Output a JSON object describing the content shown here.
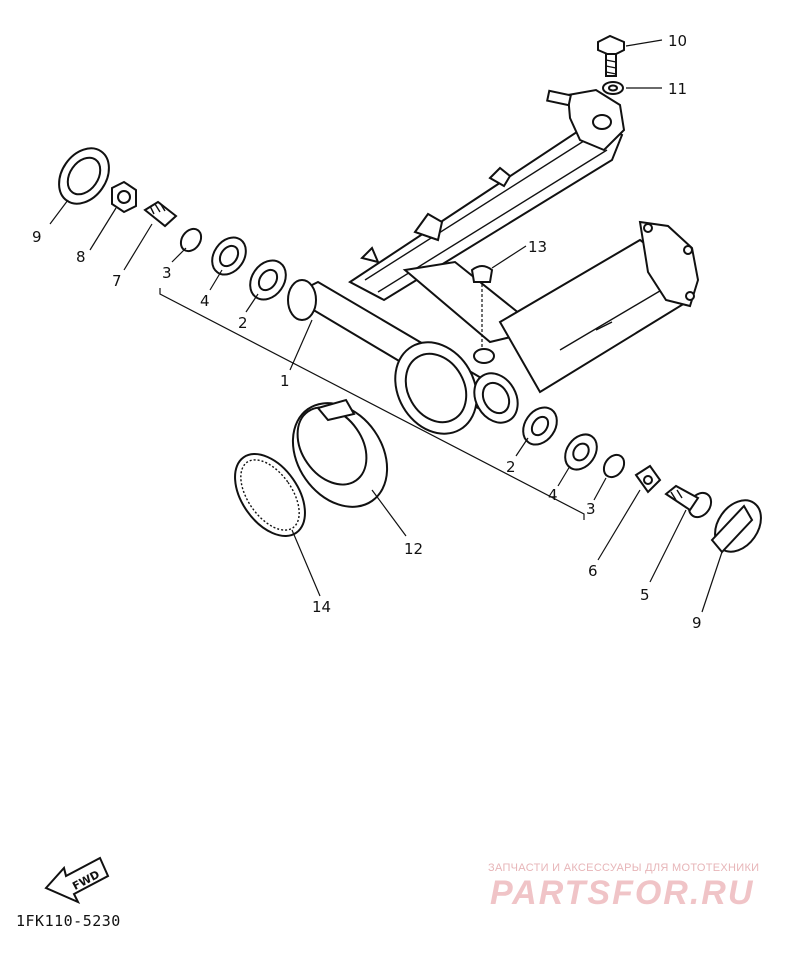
{
  "diagram": {
    "part_numbers": [
      "1",
      "2",
      "2",
      "3",
      "3",
      "4",
      "4",
      "5",
      "6",
      "7",
      "8",
      "9",
      "9",
      "10",
      "11",
      "12",
      "13",
      "14"
    ],
    "fwd_label": "FWD",
    "drawing_code": "1FK110-5230"
  },
  "watermark": {
    "tagline": "ЗАПЧАСТИ И АКСЕССУАРЫ ДЛЯ МОТОТЕХНИКИ",
    "logo_text": "PARTSFOR.RU"
  }
}
